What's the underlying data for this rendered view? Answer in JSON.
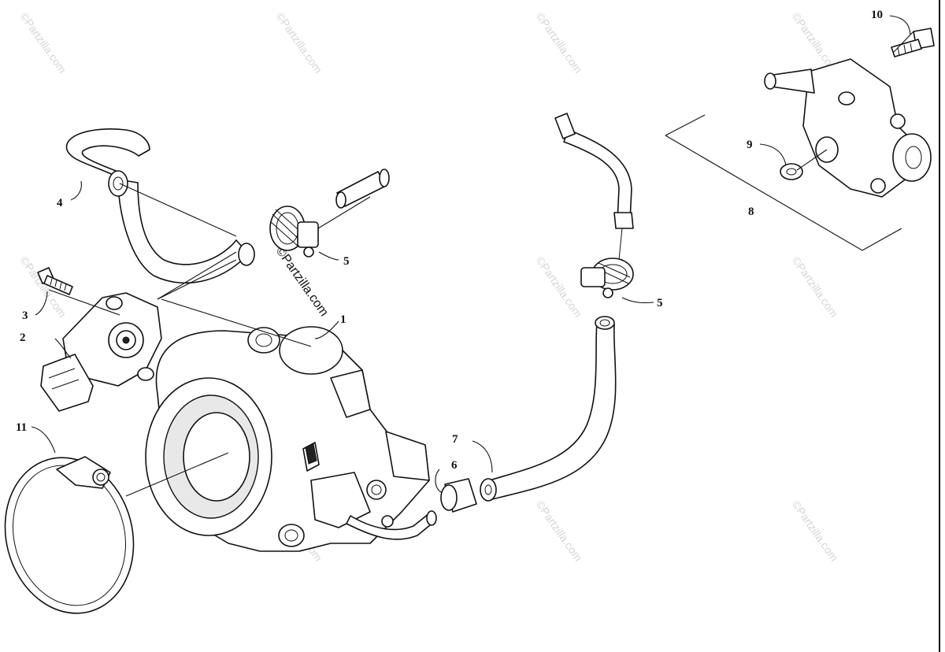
{
  "diagram": {
    "background": "#ffffff",
    "line_color": "#111111",
    "watermark_color": "#d6d6d6",
    "watermark_text": "©Partzilla.com",
    "callouts": [
      {
        "id": "c1",
        "text": "1"
      },
      {
        "id": "c2",
        "text": "2"
      },
      {
        "id": "c3",
        "text": "3"
      },
      {
        "id": "c4",
        "text": "4"
      },
      {
        "id": "c5a",
        "text": "5"
      },
      {
        "id": "c5b",
        "text": "5"
      },
      {
        "id": "c6",
        "text": "6"
      },
      {
        "id": "c7",
        "text": "7"
      },
      {
        "id": "c8",
        "text": "8"
      },
      {
        "id": "c9",
        "text": "9"
      },
      {
        "id": "c10",
        "text": "10"
      },
      {
        "id": "c11",
        "text": "11"
      }
    ]
  }
}
